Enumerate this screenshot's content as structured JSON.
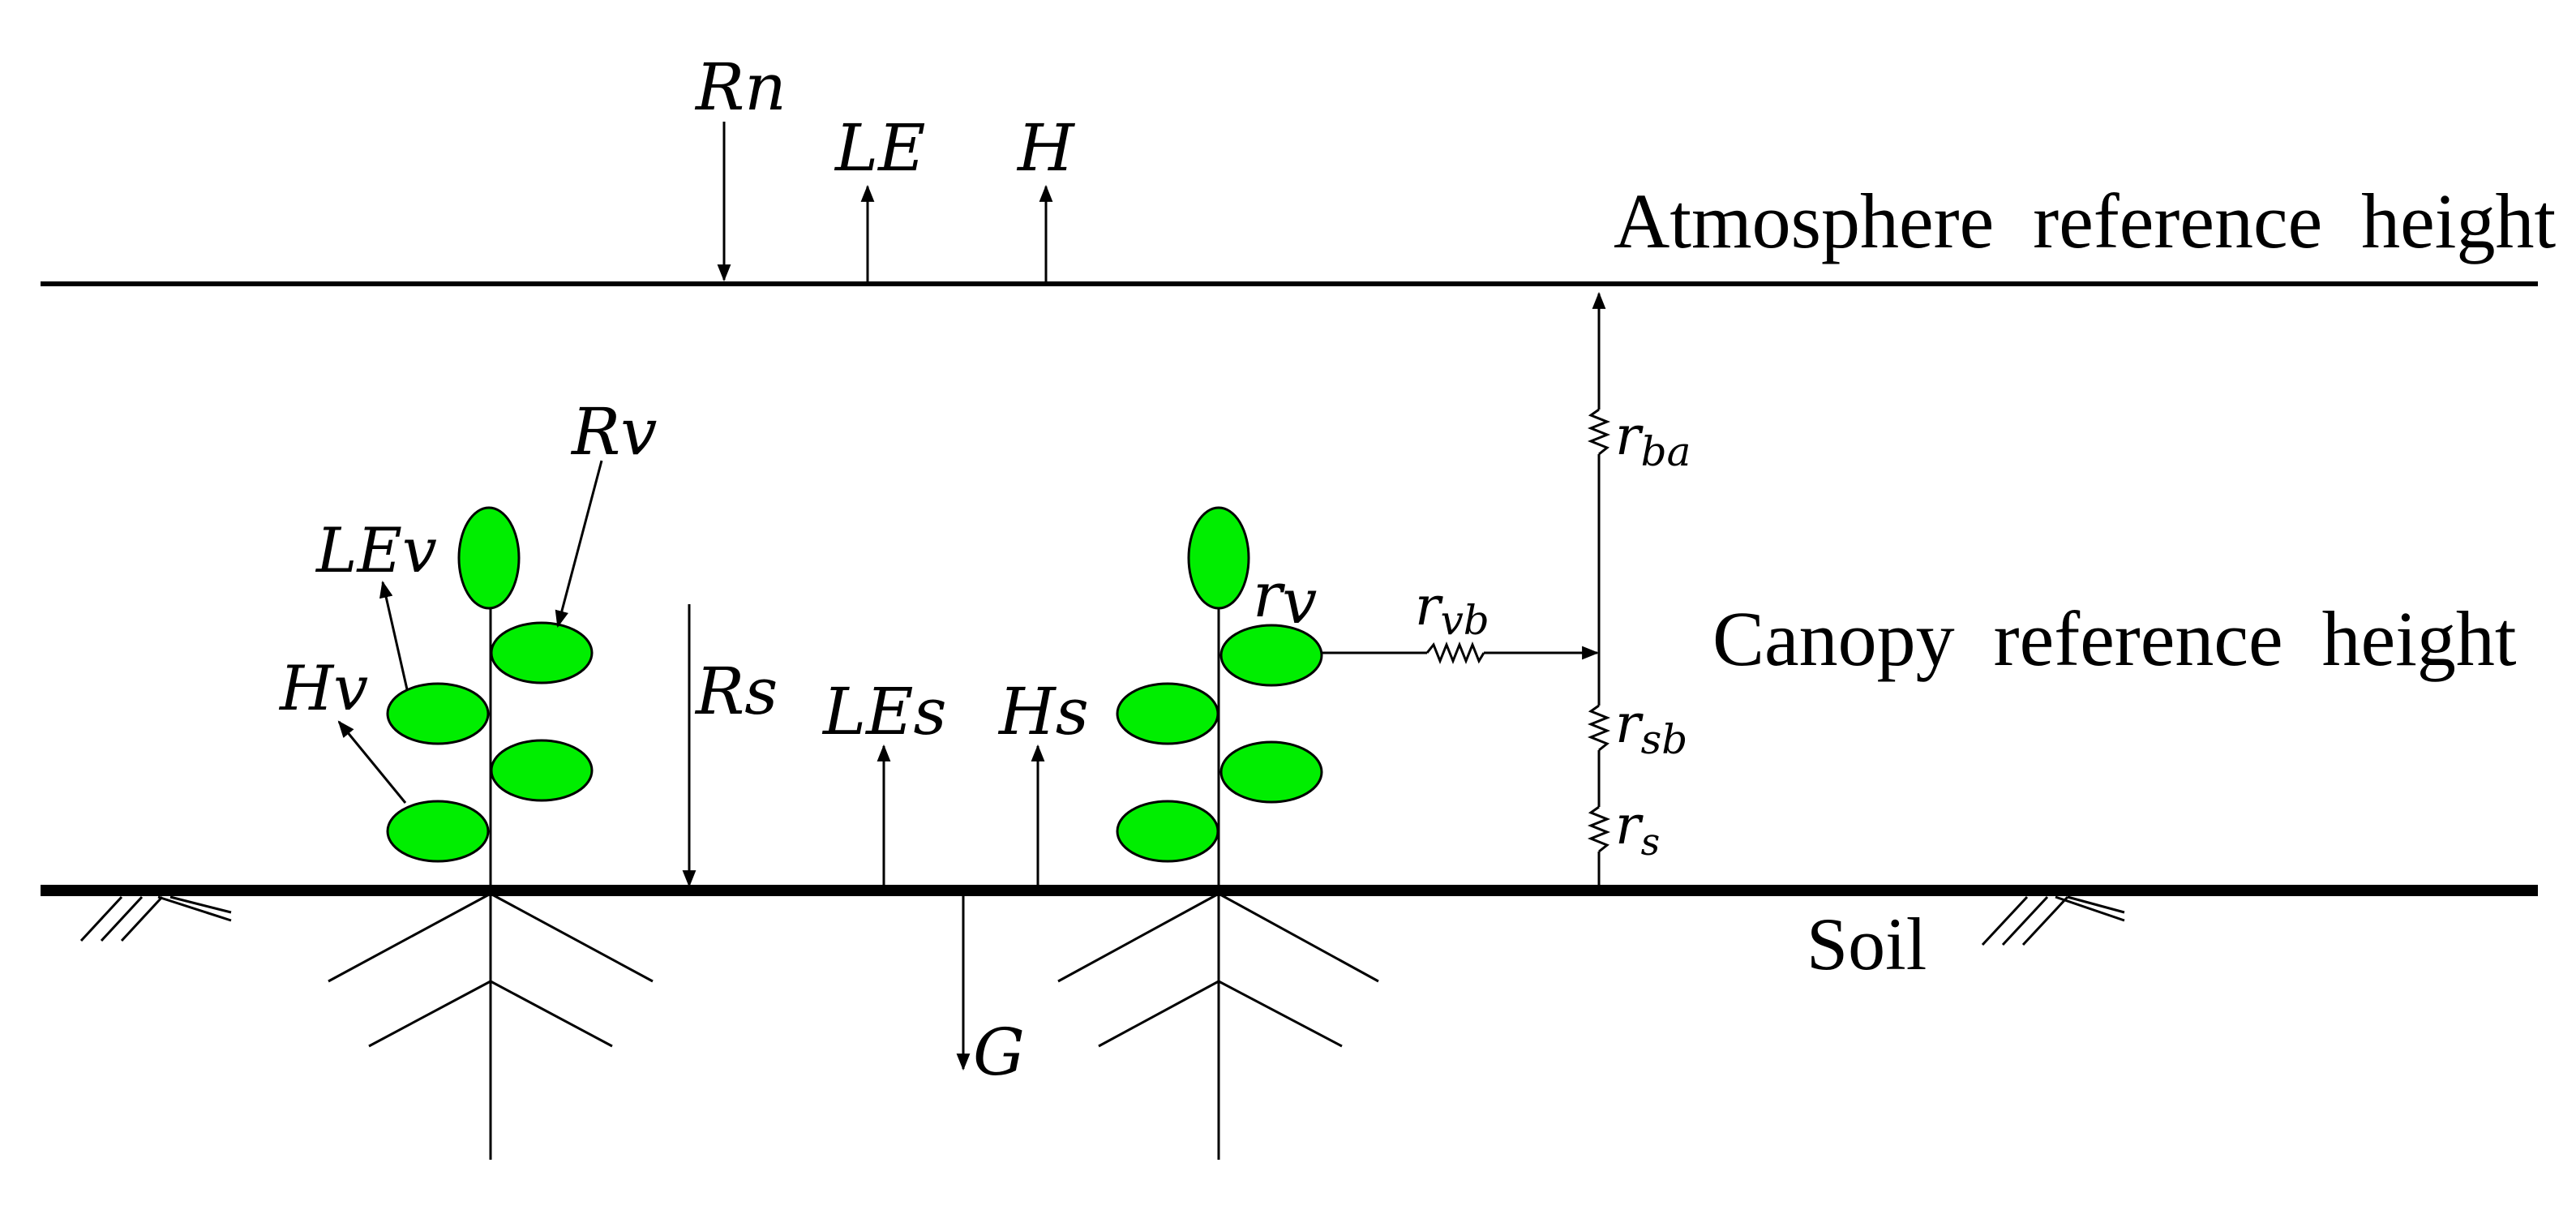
{
  "labels": {
    "atmosphere": "Atmosphere  reference  height",
    "canopy": "Canopy  reference  height",
    "soil": "Soil"
  },
  "fluxes": {
    "rn": "Rn",
    "le": "LE",
    "h": "H",
    "rv_flux": "Rv",
    "lev": "LEv",
    "hv": "Hv",
    "rs_flux": "Rs",
    "les": "LEs",
    "hs": "Hs",
    "g": "G"
  },
  "resistances": {
    "rv": {
      "base": "r",
      "sub": "v"
    },
    "rvb": {
      "base": "r",
      "sub": "vb"
    },
    "rba": {
      "base": "r",
      "sub": "ba"
    },
    "rsb": {
      "base": "r",
      "sub": "sb"
    },
    "rs": {
      "base": "r",
      "sub": "s"
    }
  },
  "colors": {
    "leaf": "#00ee00",
    "ink": "#000000"
  }
}
